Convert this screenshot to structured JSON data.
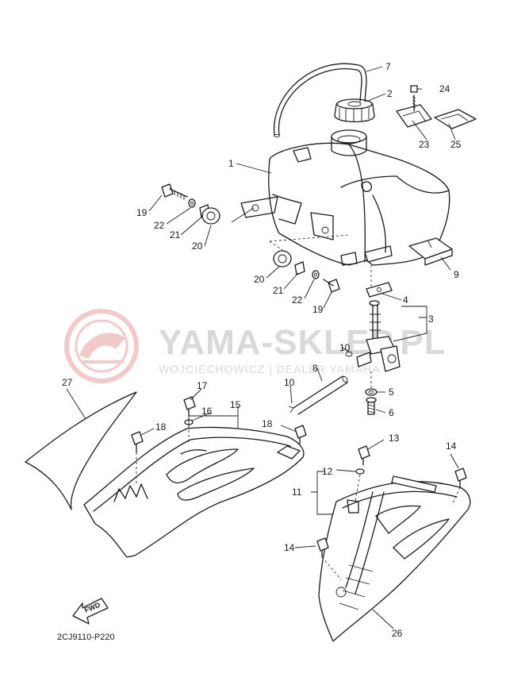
{
  "watermark": {
    "title": "YAMA-SKLEP.PL",
    "subtitle": "WOJCIECHOWICZ | DEALER YAMAHA",
    "logo_color": "#e8a0a0",
    "text_color": "#d9d9d9"
  },
  "diagram_code": "2CJ9110-P220",
  "fwd_label": "FWD",
  "callouts": {
    "c1": "1",
    "c2": "2",
    "c3": "3",
    "c4": "4",
    "c5": "5",
    "c6": "6",
    "c7": "7",
    "c8": "8",
    "c9": "9",
    "c10a": "10",
    "c10b": "10",
    "c11": "11",
    "c12": "12",
    "c13": "13",
    "c14a": "14",
    "c14b": "14",
    "c15": "15",
    "c16": "16",
    "c17": "17",
    "c18a": "18",
    "c18b": "18",
    "c19a": "19",
    "c19b": "19",
    "c20a": "20",
    "c20b": "20",
    "c21a": "21",
    "c21b": "21",
    "c22a": "22",
    "c22b": "22",
    "c23": "23",
    "c24": "24",
    "c25": "25",
    "c26": "26",
    "c27": "27"
  }
}
